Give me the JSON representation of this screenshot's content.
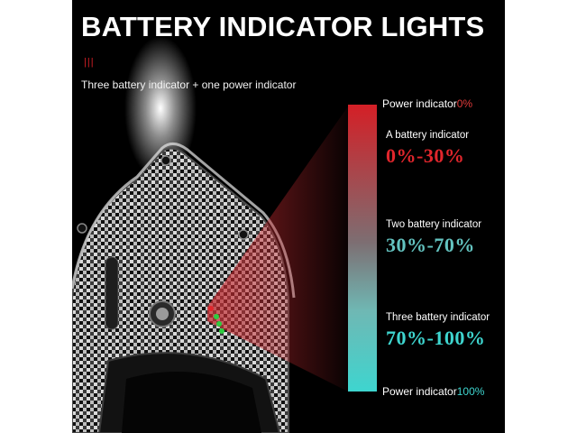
{
  "header": {
    "title": "BATTERY INDICATOR LIGHTS",
    "mark": "|||",
    "subtitle": "Three battery indicator + one power indicator"
  },
  "indicator_scale": {
    "top": {
      "label": "Power indicator",
      "value": "0%"
    },
    "bottom": {
      "label": "Power indicator",
      "value": "100%"
    },
    "levels": [
      {
        "label": "A battery indicator",
        "range": "0%-30%"
      },
      {
        "label": "Two battery indicator",
        "range": "30%-70%"
      },
      {
        "label": "Three battery indicator",
        "range": "70%-100%"
      }
    ]
  },
  "colors": {
    "background": "#000000",
    "low": "#d41f26",
    "high": "#3ed5cf"
  },
  "icons": {
    "product": "skateboard-nose-carbon-icon",
    "headlight": "headlight-glow-icon",
    "power_button": "power-button-icon",
    "led_dots": "battery-led-dots-icon"
  }
}
